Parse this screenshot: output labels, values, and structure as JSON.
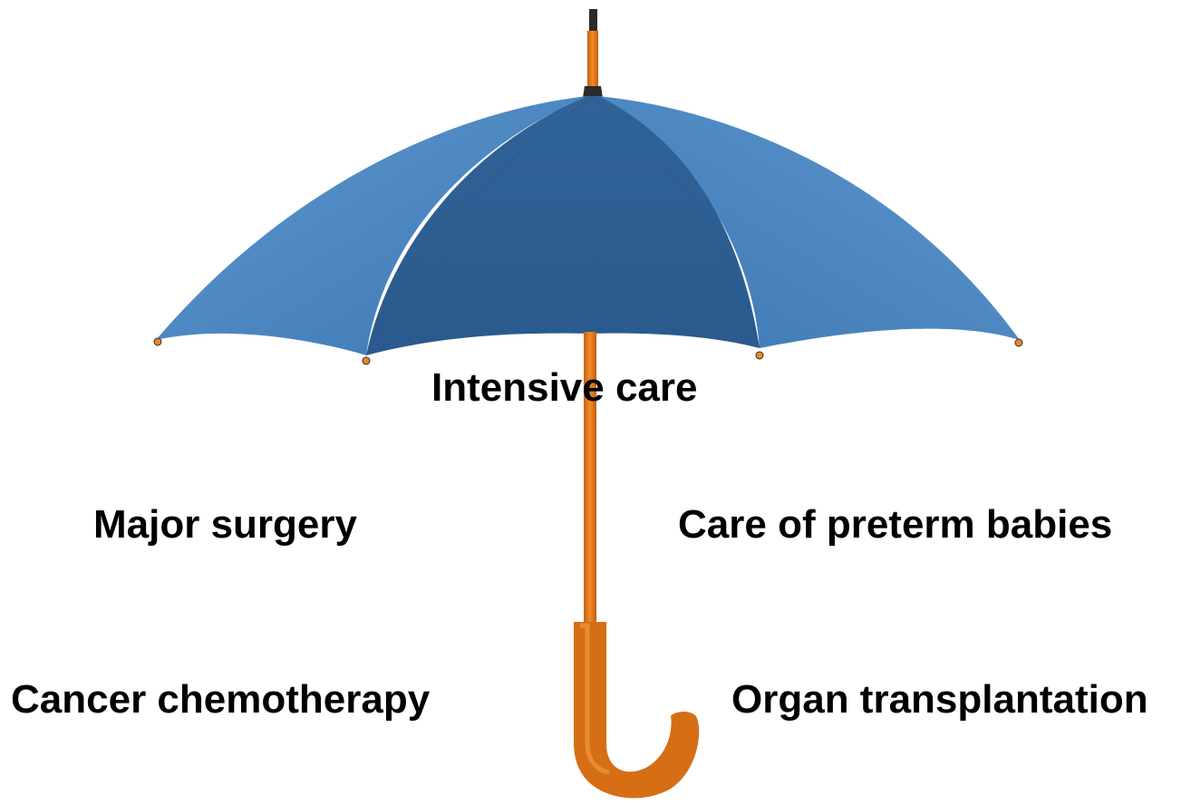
{
  "diagram": {
    "image": "umbrella",
    "colors": {
      "canopy_light": "#4e8ac4",
      "canopy_mid": "#3f79b4",
      "canopy_dark": "#2d5f95",
      "shaft": "#e07a1e",
      "handle": "#d86f15",
      "tip": "#2b2b2b"
    },
    "labels": {
      "intensive_care": "Intensive care",
      "major_surgery": "Major surgery",
      "care_of_preterm_babies": "Care of preterm babies",
      "cancer_chemotherapy": "Cancer chemotherapy",
      "organ_transplantation": "Organ transplantation"
    }
  }
}
